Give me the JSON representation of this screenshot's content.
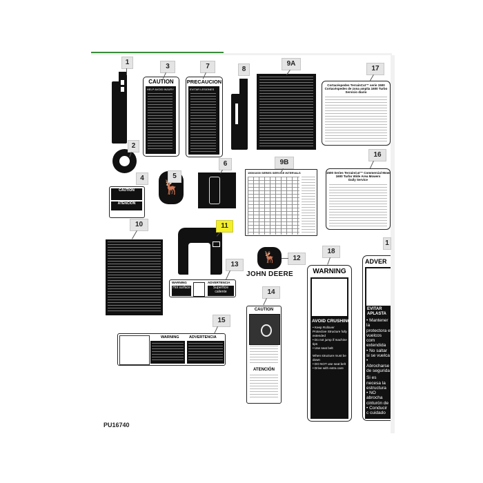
{
  "figure_id": "PU16740",
  "callouts": [
    "1",
    "2",
    "3",
    "4",
    "5",
    "6",
    "7",
    "8",
    "9A",
    "9B",
    "10",
    "11",
    "12",
    "13",
    "14",
    "15",
    "16",
    "17",
    "18",
    "1"
  ],
  "highlighted_callout": "11",
  "accent_color": "#3a8a3a",
  "highlight_color": "#f2ef2a",
  "decals": {
    "d3": {
      "title": "CAUTION",
      "subtitle": "HELP AVOID INJURY"
    },
    "d7": {
      "title": "PRECAUCION",
      "subtitle": "EVITAR LESIONES"
    },
    "d4": {
      "title": "CAUTION",
      "title2": "ATENCION"
    },
    "d17": {
      "title": "Cortacéspedes TerrainCut™ serie 1500",
      "line2": "Cortacéspedes de zona amplia 1600 Turbo",
      "line3": "Servicio diario"
    },
    "d16": {
      "title": "1500 Series TerrainCut™ Commercial Mowers",
      "line2": "1600 Turbo Wide Area Mowers",
      "line3": "Daily Service"
    },
    "d9b": {
      "title": "1500/1600 SERIES SERVICE INTERVALS"
    },
    "d13": {
      "warning": "WARNING",
      "hot": "Hot surface",
      "advertencia": "ADVERTENCIA",
      "superficie": "Superficie caliente"
    },
    "d12": {
      "brand": "JOHN DEERE"
    },
    "d15": {
      "warning": "WARNING",
      "advertencia": "ADVERTENCIA"
    },
    "d14": {
      "title": "CAUTION",
      "title2": "ATENCIÓN"
    },
    "d18": {
      "title": "WARNING",
      "heading": "AVOID CRUSHING",
      "items": [
        "• Keep Rollover Protective Structure fully extended",
        "• Do not jump if machine tips",
        "• Use seat belt",
        "When structure must be down",
        "• DO NOT use seat belt",
        "• Drive with extra care"
      ]
    },
    "d19": {
      "title": "ADVER",
      "heading": "EVITAR APLASTA",
      "items": [
        "• Mantener la protectora e vuelcos com extendida",
        "• No saltar si se vuelca",
        "• Abrocharse de segurida",
        "Si es necesa la estructura",
        "• NO abrocha cinturón de",
        "• Conducir c cuidado"
      ]
    }
  }
}
